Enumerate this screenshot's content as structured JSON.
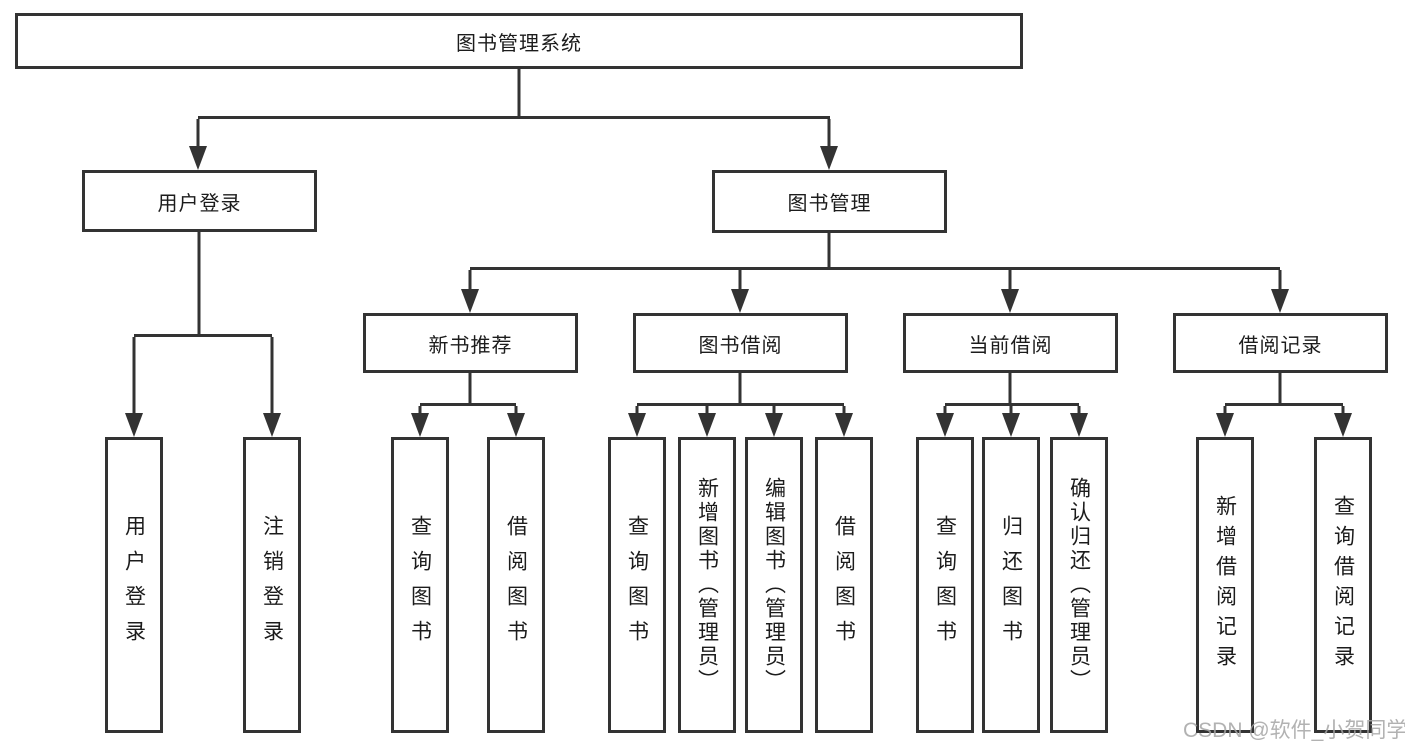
{
  "diagram": {
    "root": {
      "label": "图书管理系统"
    },
    "level2": {
      "user_login": {
        "label": "用户登录"
      },
      "book_management": {
        "label": "图书管理"
      }
    },
    "level3": {
      "new_book_recommend": {
        "label": "新书推荐"
      },
      "book_borrow": {
        "label": "图书借阅"
      },
      "current_borrow": {
        "label": "当前借阅"
      },
      "borrow_records": {
        "label": "借阅记录"
      }
    },
    "leaves": {
      "user_login": [
        "用户登录",
        "注销登录"
      ],
      "new_book_recommend": [
        "查询图书",
        "借阅图书"
      ],
      "book_borrow": [
        "查询图书",
        "新增图书（管理员）",
        "编辑图书（管理员）",
        "借阅图书"
      ],
      "current_borrow": [
        "查询图书",
        "归还图书",
        "确认归还（管理员）"
      ],
      "borrow_records": [
        "新增借阅记录",
        "查询借阅记录"
      ]
    },
    "colors": {
      "line": "#333333",
      "box_border": "#333333",
      "box_fill": "#ffffff",
      "text": "#1c1c1c",
      "watermark": "#a5a5a5"
    }
  },
  "watermark": {
    "label": "CSDN @软件_小贺同学"
  }
}
